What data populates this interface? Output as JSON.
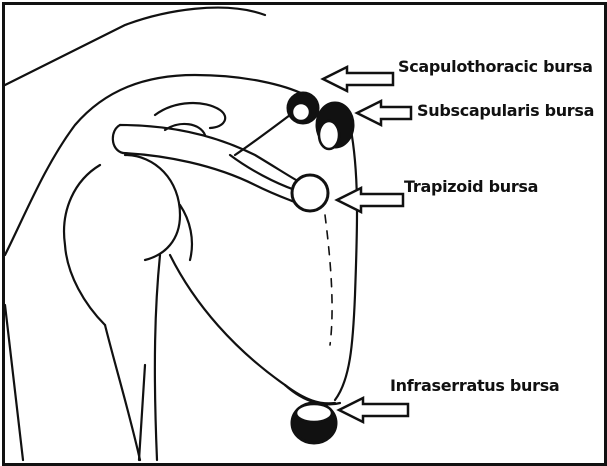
{
  "labels": {
    "scapulothoracic": "Scapulothoracic bursa",
    "subscapularis": "Subscapularis bursa",
    "trapizoid": "Trapizoid bursa",
    "infraserratus": "Infraserratus bursa"
  },
  "colors": {
    "line": "#111111",
    "background": "#ffffff",
    "bursa_fill": "#111111"
  }
}
